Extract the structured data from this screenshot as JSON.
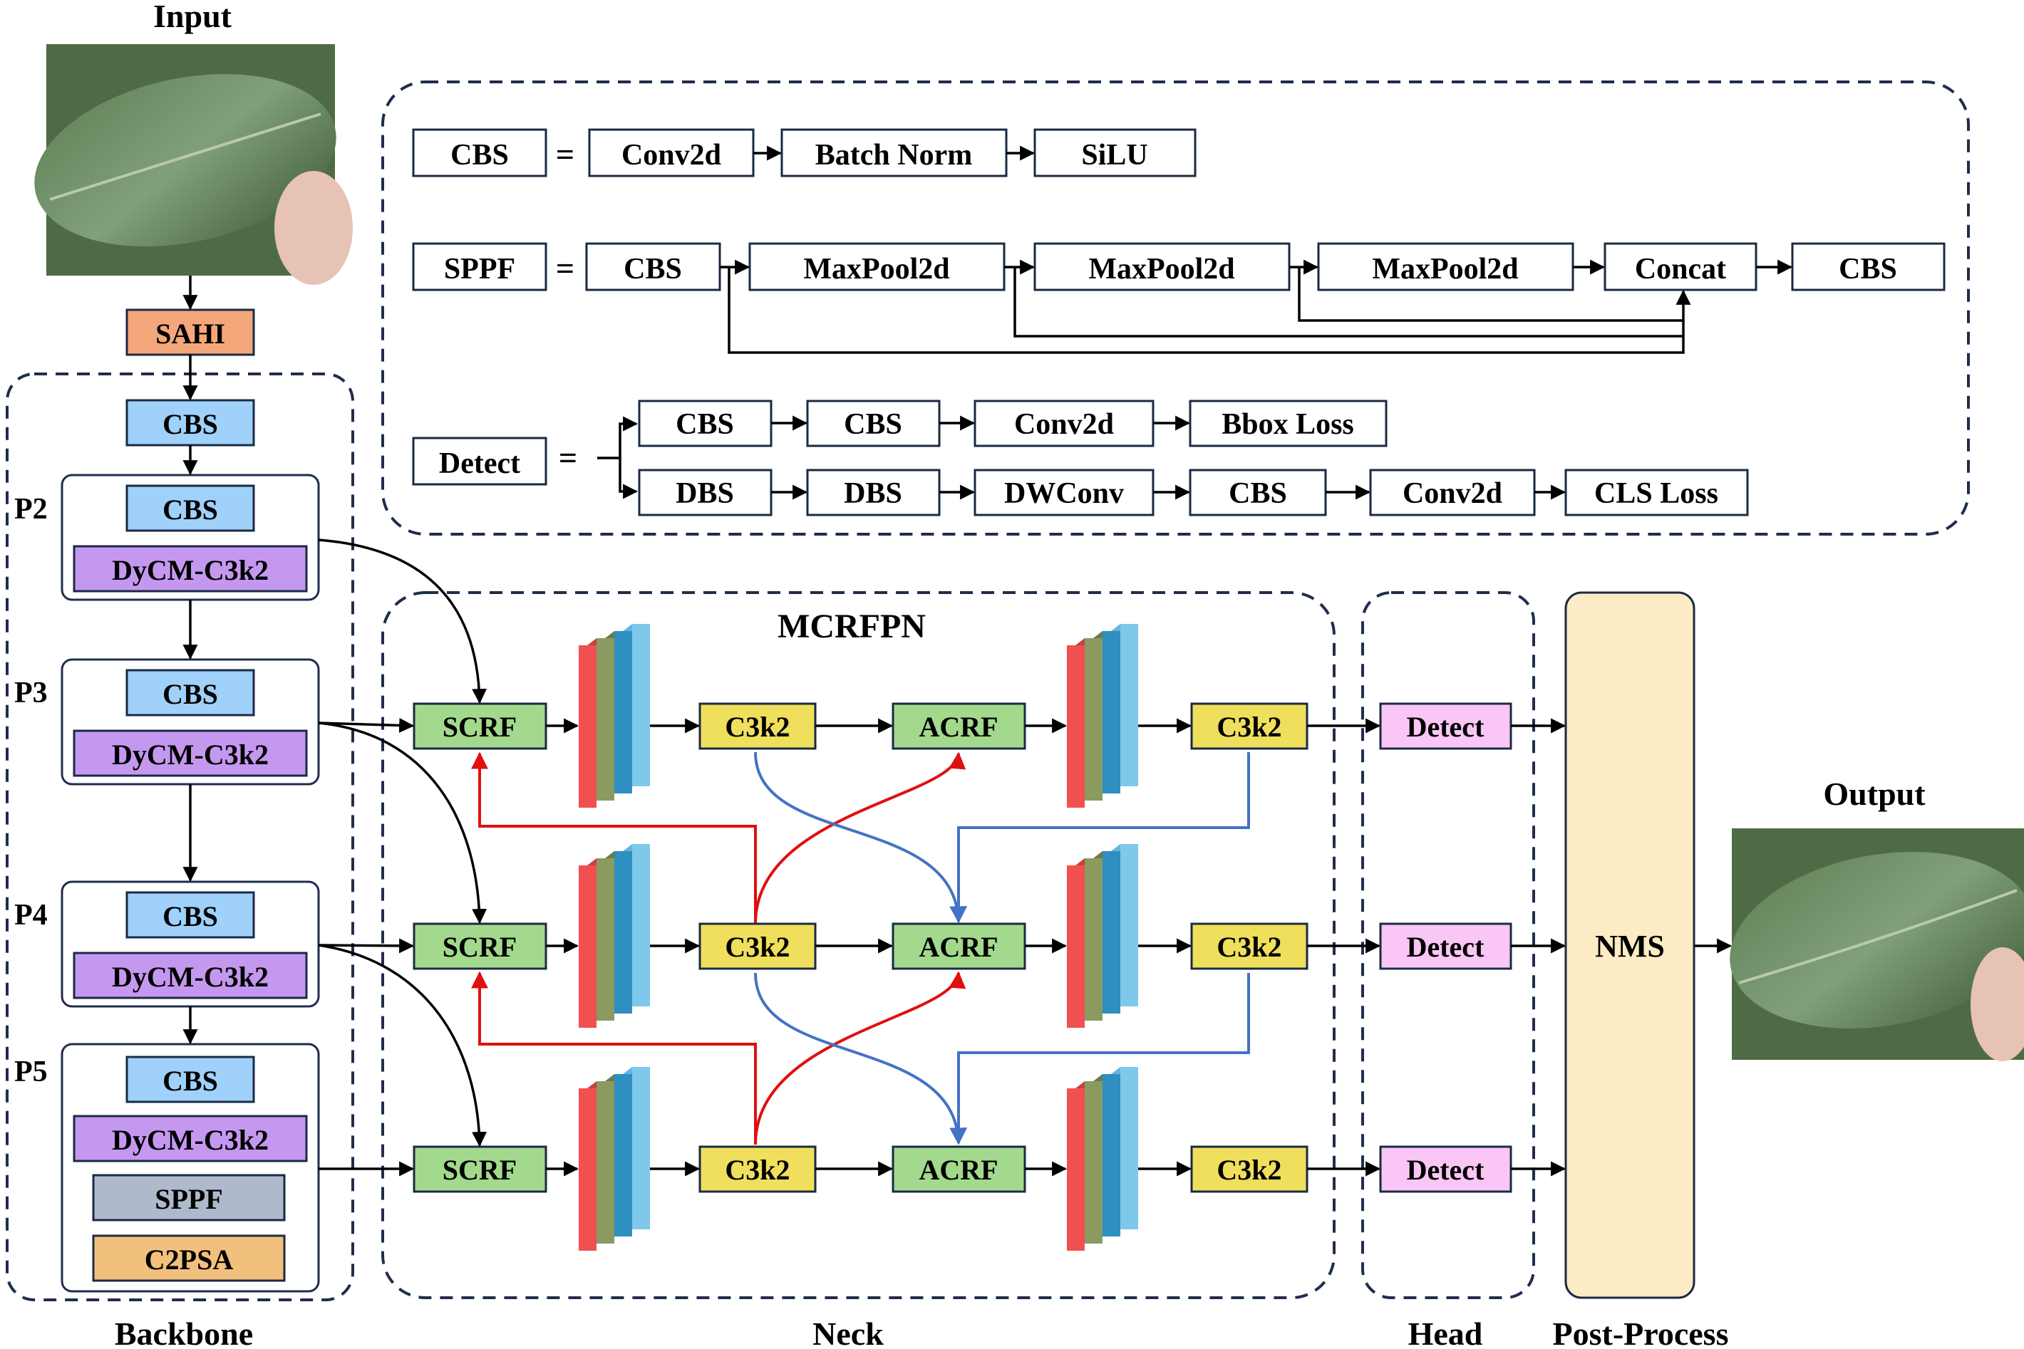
{
  "input_label": "Input",
  "output_label": "Output",
  "sahi_label": "SAHI",
  "backbone": {
    "title": "Backbone",
    "p2": "P2",
    "p3": "P3",
    "p4": "P4",
    "p5": "P5",
    "cbs": "CBS",
    "dycm": "DyCM-C3k2",
    "sppf": "SPPF",
    "c2psa": "C2PSA"
  },
  "legend": {
    "cbs_name": "CBS",
    "equals": "=",
    "conv2d": "Conv2d",
    "batch_norm": "Batch Norm",
    "silu": "SiLU",
    "sppf_name": "SPPF",
    "cbs": "CBS",
    "maxpool": "MaxPool2d",
    "concat": "Concat",
    "detect_name": "Detect",
    "bbox_loss": "Bbox Loss",
    "dbs": "DBS",
    "dwconv": "DWConv",
    "cls_loss": "CLS Loss"
  },
  "neck": {
    "title": "Neck",
    "mcrfpn": "MCRFPN",
    "scrf": "SCRF",
    "c3k2": "C3k2",
    "acrf": "ACRF"
  },
  "head": {
    "title": "Head",
    "detect": "Detect"
  },
  "post": {
    "title": "Post-Process",
    "nms": "NMS"
  },
  "colors": {
    "sahi": "#f4a77a",
    "cbs": "#9fd1fa",
    "dycm": "#c598f0",
    "sppf": "#aeb9cc",
    "c2psa": "#f2c07d",
    "scrf": "#a3d98c",
    "c3k2": "#efdf5c",
    "detect": "#f9c6f5",
    "nms": "#fcebc4",
    "feature_red": "#f05050",
    "feature_green": "#8a9a60",
    "feature_blue": "#2e8fc0"
  }
}
